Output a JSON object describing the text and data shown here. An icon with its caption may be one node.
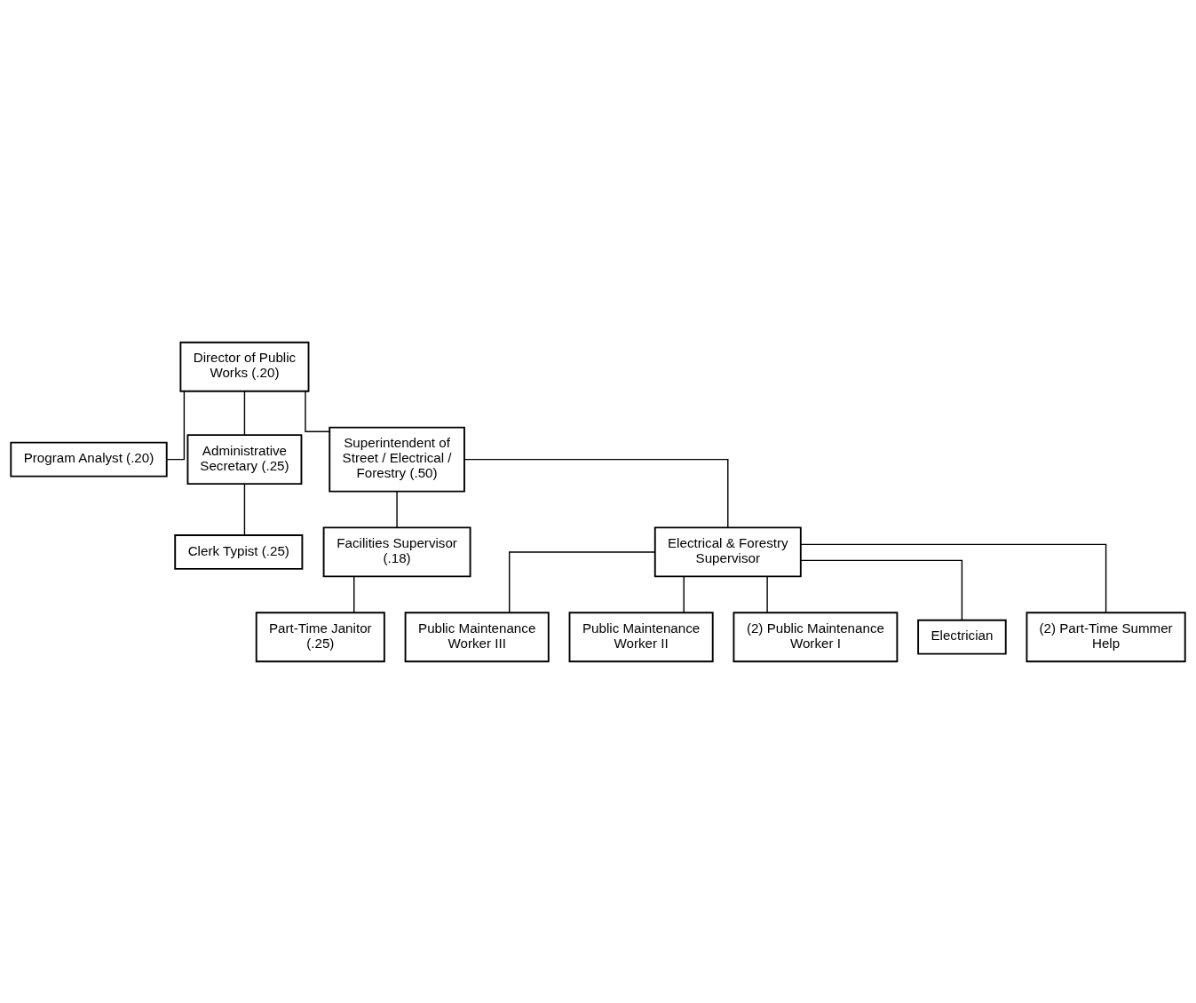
{
  "diagram": {
    "nodes": [
      {
        "text": [
          "Director of Public Works (.20)"
        ]
      },
      {
        "text": [
          "Program Analyst (.20)"
        ]
      },
      {
        "text": [
          "Administrative Secretary (.25)"
        ]
      },
      {
        "text": [
          "Superintendent of Street / Electrical / Forestry (.50)"
        ]
      },
      {
        "text": [
          "Clerk Typist (.25)"
        ]
      },
      {
        "text": [
          "Facilities Supervisor (.18)"
        ]
      },
      {
        "text": [
          "Part-Time Janitor (.25)"
        ]
      },
      {
        "text": [
          "Electrical & Forestry Supervisor"
        ]
      },
      {
        "text": [
          "Public Maintenance Worker III"
        ]
      },
      {
        "text": [
          "Public Maintenance Worker II"
        ]
      },
      {
        "text": [
          "(2) Public Maintenance Worker I"
        ]
      },
      {
        "text": [
          "Electrician"
        ]
      },
      {
        "text": [
          "(2) Part-Time Summer Help"
        ]
      }
    ],
    "edges": [
      {
        "from": 0,
        "to": 1,
        "arrow": "none"
      },
      {
        "from": 0,
        "to": 2,
        "arrow": "none"
      },
      {
        "from": 0,
        "to": 3,
        "arrow": "none"
      },
      {
        "from": 2,
        "to": 4,
        "arrow": "none"
      },
      {
        "from": 3,
        "to": 5,
        "arrow": "none"
      },
      {
        "from": 5,
        "to": 6,
        "arrow": "none"
      },
      {
        "from": 3,
        "to": 7,
        "arrow": "none"
      },
      {
        "from": 7,
        "to": 8,
        "arrow": "none"
      },
      {
        "from": 7,
        "to": 9,
        "arrow": "none"
      },
      {
        "from": 7,
        "to": 10,
        "arrow": "none"
      },
      {
        "from": 7,
        "to": 11,
        "arrow": "none"
      },
      {
        "from": 7,
        "to": 12,
        "arrow": "none"
      }
    ]
  }
}
